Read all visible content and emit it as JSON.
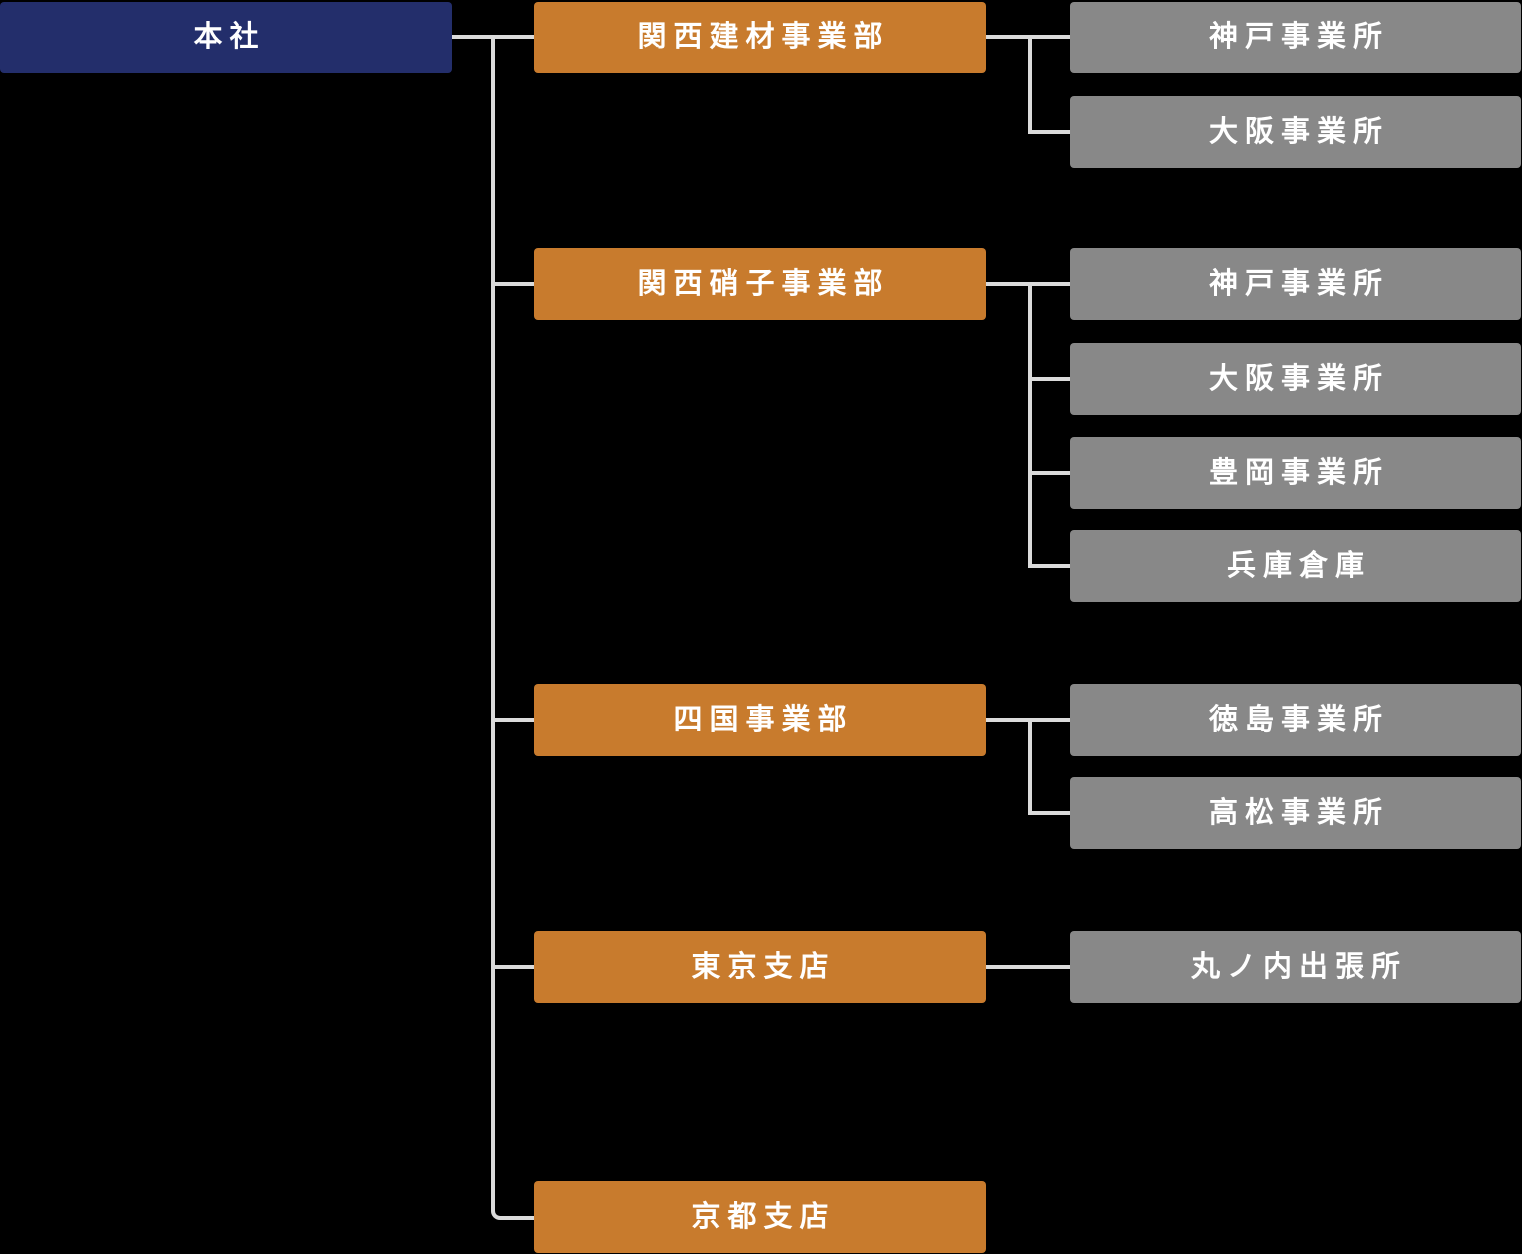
{
  "colors": {
    "background": "#000000",
    "root_bg": "#232e6b",
    "division_bg": "#c87b2d",
    "office_bg": "#888888",
    "connector_line": "#dbdbdb",
    "text": "#ffffff"
  },
  "org": {
    "root": {
      "label": "本社"
    },
    "divisions": [
      {
        "label": "関西建材事業部",
        "children": [
          "神戸事業所",
          "大阪事業所"
        ]
      },
      {
        "label": "関西硝子事業部",
        "children": [
          "神戸事業所",
          "大阪事業所",
          "豊岡事業所",
          "兵庫倉庫"
        ]
      },
      {
        "label": "四国事業部",
        "children": [
          "徳島事業所",
          "高松事業所"
        ]
      },
      {
        "label": "東京支店",
        "children": [
          "丸ノ内出張所"
        ]
      },
      {
        "label": "京都支店",
        "children": []
      }
    ]
  }
}
